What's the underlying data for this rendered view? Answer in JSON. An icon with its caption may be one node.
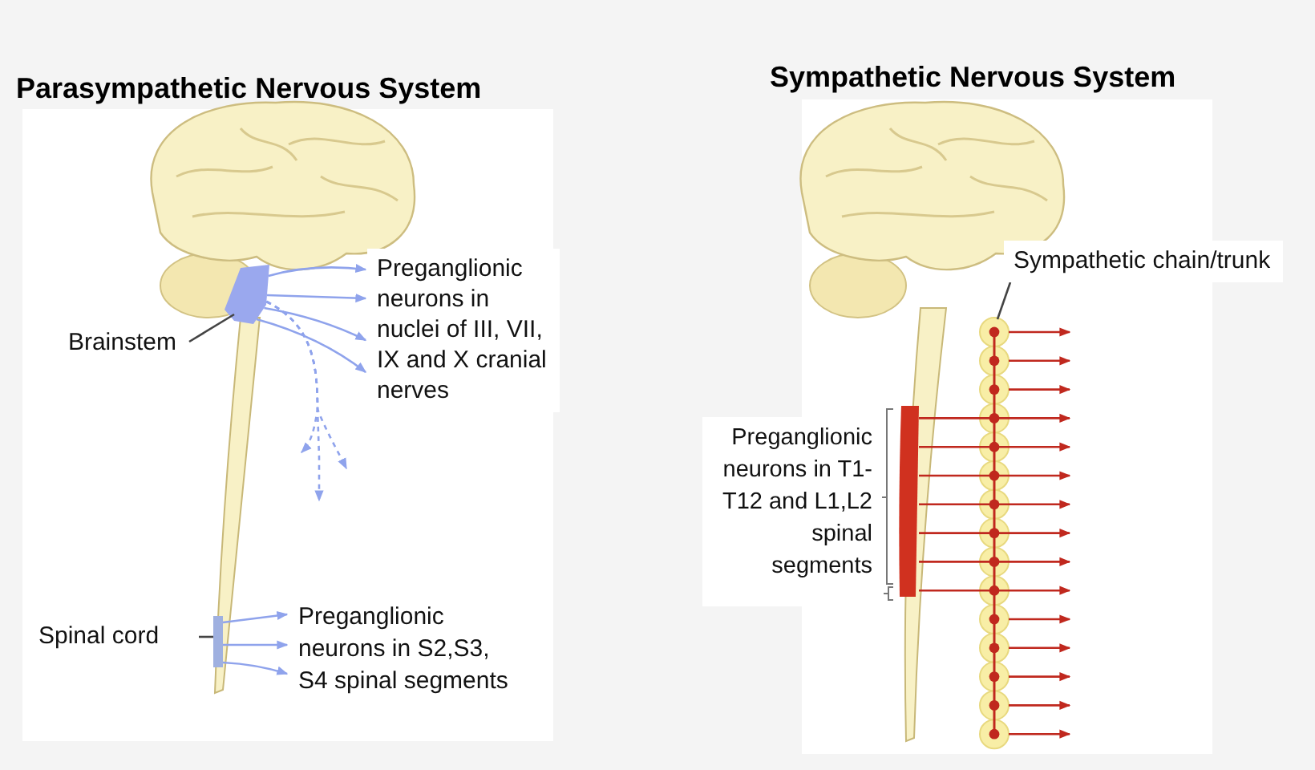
{
  "diagram": {
    "nodes": [
      {
        "text": [
          "Brainstem"
        ]
      },
      {
        "text": [],
        "shape": "picture"
      },
      {
        "text": [
          "Preganglionic neurons in nuclei of  III, VII, IX and X cranial nerves"
        ]
      },
      {
        "text": [
          "Spinal cord"
        ]
      },
      {
        "text": [],
        "shape": "picture"
      },
      {
        "text": [
          "Preganglionic neurons in  S2,S3, S4 spinal segments"
        ]
      },
      {
        "text": [
          "Sympathetic chain/trunk"
        ]
      },
      {
        "text": [],
        "shape": "picture"
      },
      {
        "text": [],
        "shape": "picture"
      },
      {
        "text": [
          "Preganglionic neurons in T1-T12 and L1,L2 spinal segments"
        ]
      }
    ],
    "edges": [
      {
        "from": 1,
        "to": 2,
        "arrow": "to",
        "color": "#8fa3ec"
      },
      {
        "from": 1,
        "to": 2,
        "arrow": "to",
        "color": "#8fa3ec"
      },
      {
        "from": 1,
        "to": 2,
        "arrow": "to",
        "color": "#8fa3ec"
      },
      {
        "from": 1,
        "to": 2,
        "arrow": "to",
        "color": "#8fa3ec"
      },
      {
        "from": 1,
        "to": null,
        "arrow": "to",
        "style": "dashed",
        "color": "#8fa3ec"
      },
      {
        "from": 1,
        "to": null,
        "arrow": "to",
        "style": "dashed",
        "color": "#8fa3ec"
      },
      {
        "from": 1,
        "to": null,
        "arrow": "to",
        "style": "dashed",
        "color": "#8fa3ec"
      },
      {
        "from": 4,
        "to": 5,
        "arrow": "to",
        "color": "#8fa3ec"
      },
      {
        "from": 4,
        "to": 5,
        "arrow": "to",
        "color": "#8fa3ec"
      },
      {
        "from": 4,
        "to": 5,
        "arrow": "to",
        "color": "#8fa3ec"
      },
      {
        "from": 8,
        "to": null,
        "arrow": "to"
      },
      {
        "from": 8,
        "to": null,
        "arrow": "to"
      },
      {
        "from": 8,
        "to": null,
        "arrow": "to"
      },
      {
        "from": 8,
        "to": null,
        "arrow": "to"
      },
      {
        "from": 8,
        "to": null,
        "arrow": "to"
      },
      {
        "from": 8,
        "to": null,
        "arrow": "to"
      },
      {
        "from": 8,
        "to": null,
        "arrow": "to"
      },
      {
        "from": 7,
        "to": null,
        "arrow": "to"
      },
      {
        "from": 7,
        "to": null,
        "arrow": "to"
      },
      {
        "from": 7,
        "to": null,
        "arrow": "to"
      },
      {
        "from": 7,
        "to": null,
        "arrow": "to"
      },
      {
        "from": 7,
        "to": null,
        "arrow": "to"
      },
      {
        "from": 7,
        "to": null,
        "arrow": "to"
      },
      {
        "from": 7,
        "to": null,
        "arrow": "to"
      },
      {
        "from": 7,
        "to": null,
        "arrow": "to"
      },
      {
        "from": 0,
        "to": 1,
        "arrow": "none",
        "color": "#444444"
      },
      {
        "from": 3,
        "to": 4,
        "arrow": "none",
        "color": "#444444"
      },
      {
        "from": 6,
        "to": 7,
        "arrow": "none",
        "color": "#444444"
      }
    ],
    "labels": [
      "Parasympathetic Nervous System",
      "Sympathetic Nervous System"
    ]
  }
}
